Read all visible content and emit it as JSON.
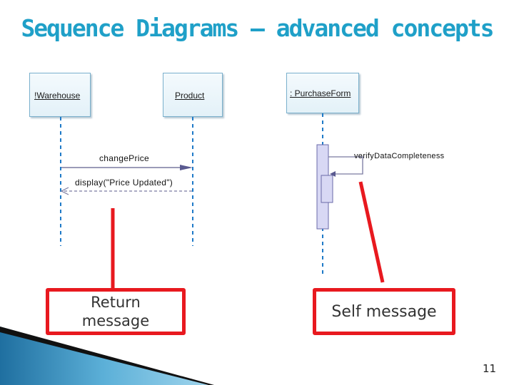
{
  "slide": {
    "title": "Sequence Diagrams – advanced concepts",
    "page_number": "11"
  },
  "diagram": {
    "lifelines": [
      {
        "name": "!Warehouse"
      },
      {
        "name": "Product"
      },
      {
        "name": ": PurchaseForm"
      }
    ],
    "messages": [
      {
        "label": "changePrice",
        "kind": "synchronous"
      },
      {
        "label": "display(\"Price Updated\")",
        "kind": "return"
      },
      {
        "label": "verifyDataCompleteness",
        "kind": "self"
      }
    ]
  },
  "callouts": {
    "return_message": "Return\nmessage",
    "self_message": "Self message"
  },
  "colors": {
    "title": "#1fa0c8",
    "callout_border": "#e8191f",
    "lifeline_border": "#7ab0cc",
    "activation_fill": "#d8d8f4"
  }
}
